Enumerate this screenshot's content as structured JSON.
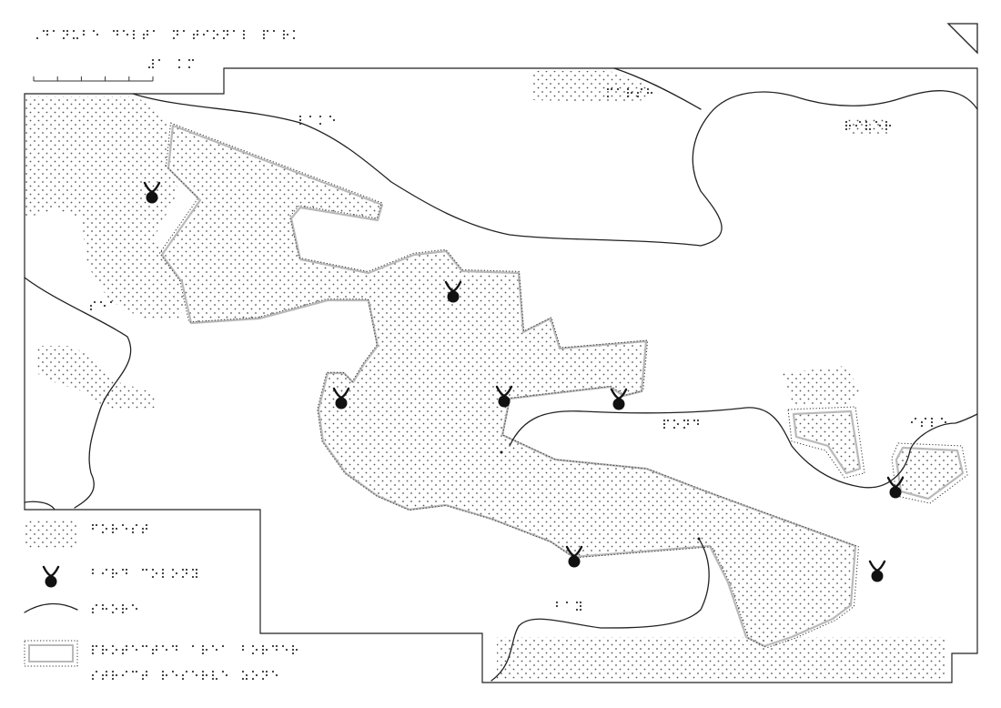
{
  "map": {
    "title_braille": "⠠⠙⠁⠝⠥⠃⠑⠀⠙⠑⠇⠞⠁⠀⠝⠁⠞⠊⠕⠝⠁⠇⠀⠏⠁⠗⠅",
    "scale_braille": "⠼⠁⠀⠅⠍",
    "area_labels_braille": [
      "⠇⠁⠅⠑",
      "⠗⠊⠧⠑⠗",
      "⠎⠑⠁",
      "⠏⠕⠝⠙",
      "⠃⠁⠽",
      "⠊⠎⠇⠑",
      "⠍⠁⠗⠎⠓"
    ]
  },
  "legend": {
    "items": [
      {
        "id": "forest",
        "braille": "⠋⠕⠗⠑⠎⠞"
      },
      {
        "id": "bird-colony",
        "braille": "⠃⠊⠗⠙⠀⠉⠕⠇⠕⠝⠽"
      },
      {
        "id": "shoreline",
        "braille": "⠎⠓⠕⠗⠑"
      },
      {
        "id": "protected-area",
        "braille": "⠏⠗⠕⠞⠑⠉⠞⠑⠙⠀⠁⠗⠑⠁⠀⠃⠕⠗⠙⠑⠗",
        "braille_line2": "⠎⠞⠗⠊⠉⠞⠀⠗⠑⠎⠑⠗⠧⠑⠀⠵⠕⠝⠑"
      }
    ]
  },
  "colors": {
    "ink": "#222222",
    "park_border": "#b9b9b9",
    "paper": "#ffffff"
  },
  "icons": [
    "north-arrow-icon",
    "bird-colony-icon"
  ]
}
